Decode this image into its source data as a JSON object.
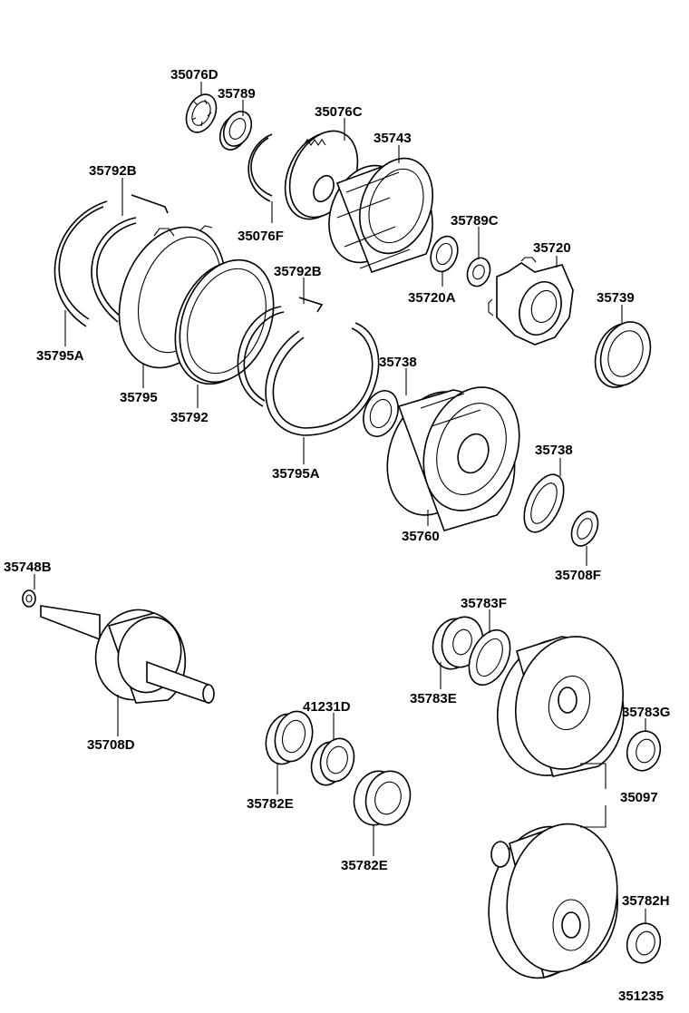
{
  "labels": {
    "p35076D": "35076D",
    "p35789": "35789",
    "p35076C": "35076C",
    "p35743": "35743",
    "p35792B_top": "35792B",
    "p35076F": "35076F",
    "p35789C": "35789C",
    "p35720": "35720",
    "p35792B_mid": "35792B",
    "p35720A": "35720A",
    "p35739": "35739",
    "p35795A_left": "35795A",
    "p35738_top": "35738",
    "p35795": "35795",
    "p35792": "35792",
    "p35738_bottom": "35738",
    "p35795A_mid": "35795A",
    "p35760": "35760",
    "p35708F": "35708F",
    "p35748B": "35748B",
    "p35783F": "35783F",
    "p35783E": "35783E",
    "p41231D": "41231D",
    "p35783G": "35783G",
    "p35708D": "35708D",
    "p35097": "35097",
    "p35782E_left": "35782E",
    "p35782E_right": "35782E",
    "p35782H": "35782H",
    "diagram_code": "351235"
  }
}
